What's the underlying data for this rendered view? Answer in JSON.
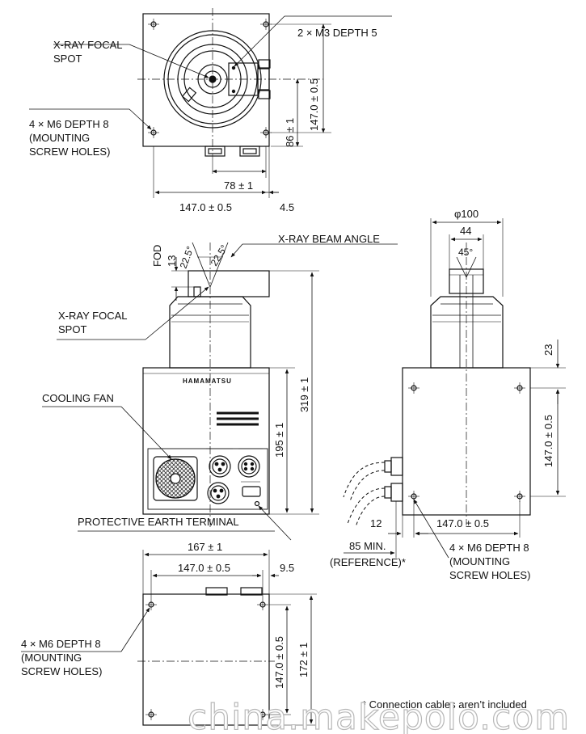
{
  "top_view": {
    "label_focal_spot_l1": "X-RAY FOCAL",
    "label_focal_spot_l2": "SPOT",
    "label_m3": "2 × M3 DEPTH 5",
    "label_m6_l1": "4 × M6 DEPTH 8",
    "label_m6_l2": "(MOUNTING",
    "label_m6_l3": "SCREW HOLES)",
    "dim_147_vertical": "147.0 ± 0.5",
    "dim_86": "86 ± 1",
    "dim_78": "78 ± 1",
    "dim_147_horizontal": "147.0 ± 0.5",
    "dim_4_5": "4.5"
  },
  "side_view": {
    "dim_fod": "FOD",
    "dim_13": "13",
    "angle_left": "22.5°",
    "angle_right": "22.5°",
    "label_beam_angle": "X-RAY BEAM ANGLE",
    "label_focal_spot_l1": "X-RAY FOCAL",
    "label_focal_spot_l2": "SPOT",
    "label_cooling_fan": "COOLING FAN",
    "label_earth_terminal": "PROTECTIVE EARTH TERMINAL",
    "brand": "HAMAMATSU",
    "dim_319": "319 ± 1",
    "dim_195": "195 ± 1"
  },
  "right_view": {
    "dim_phi100": "φ100",
    "dim_44": "44",
    "dim_45": "45°",
    "dim_23": "23",
    "dim_147_vertical": "147.0 ± 0.5",
    "dim_12": "12",
    "dim_147_horizontal": "147.0 ± 0.5",
    "label_85_min": "85 MIN.",
    "label_reference": "(REFERENCE)*",
    "label_m6_l1": "4 × M6 DEPTH 8",
    "label_m6_l2": "(MOUNTING",
    "label_m6_l3": "SCREW HOLES)"
  },
  "bottom_view": {
    "dim_167": "167 ± 1",
    "dim_147_horizontal": "147.0 ± 0.5",
    "dim_9_5": "9.5",
    "dim_147_vertical": "147.0 ± 0.5",
    "dim_172": "172 ± 1",
    "label_m6_l1": "4 × M6 DEPTH 8",
    "label_m6_l2": "(MOUNTING",
    "label_m6_l3": "SCREW HOLES)"
  },
  "footnote": "* Connection cables aren’t included",
  "watermark": "china.makepolo.com"
}
